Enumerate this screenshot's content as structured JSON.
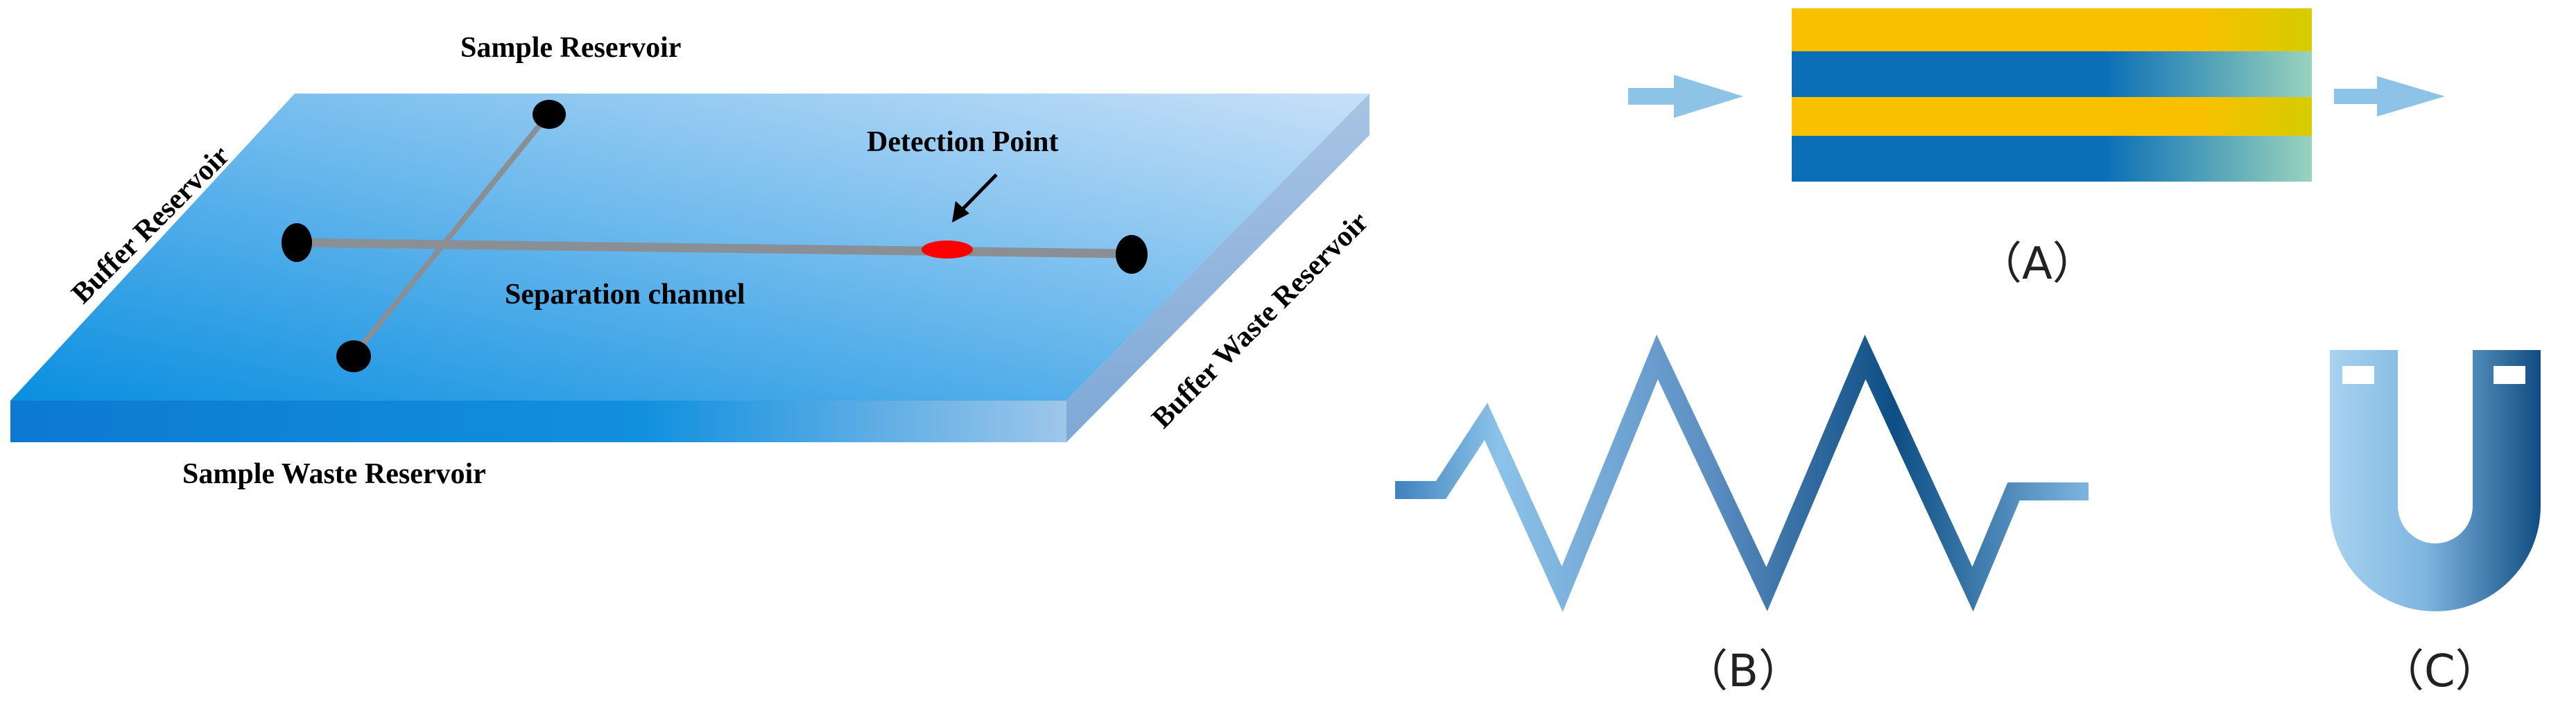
{
  "chip": {
    "labels": {
      "sample_reservoir": "Sample Reservoir",
      "buffer_reservoir": "Buffer Reservoir",
      "buffer_waste_reservoir": "Buffer Waste Reservoir",
      "sample_waste_reservoir": "Sample Waste Reservoir",
      "separation_channel": "Separation channel",
      "detection_point": "Detection Point"
    },
    "colors": {
      "slab_dark": "#0a8fe0",
      "slab_light": "#c8e0f8",
      "side_dark": "#0d79d2",
      "side_light": "#9ec6ea",
      "reservoir": "#000000",
      "detection": "#ff0000",
      "channel": "#8a8f96"
    }
  },
  "panel_a": {
    "label": "（A）",
    "colors": {
      "yellow": "#f9c000",
      "blue": "#0a6fb6",
      "mixed_yellow": "#d7cb00",
      "mixed_blue": "#99d3bd",
      "arrow": "#8ec3e8"
    }
  },
  "panel_b": {
    "label": "（B）",
    "colors": {
      "light": "#8cc3ea",
      "dark": "#0e4e84"
    }
  },
  "panel_c": {
    "label": "（C）",
    "colors": {
      "light": "#a8d2f0",
      "dark": "#114d82"
    }
  }
}
